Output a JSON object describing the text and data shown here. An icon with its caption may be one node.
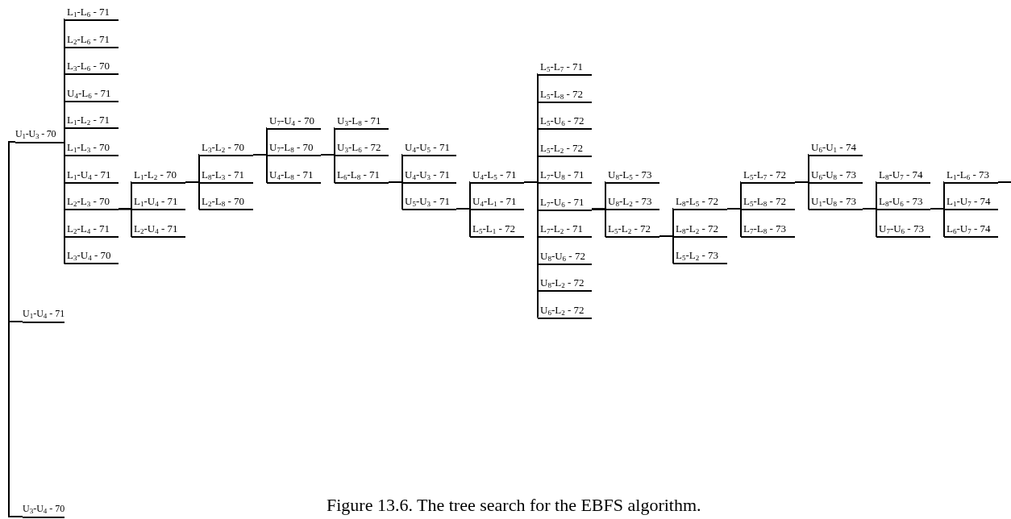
{
  "diagram": {
    "caption": "Figure 13.6. The tree search for the EBFS algorithm.",
    "nodes": [
      {
        "text": [
          "U$_{1}$-U$_{3}$ - 70"
        ]
      },
      {
        "text": [
          "L$_{1}$-L$_{6}$ - 71"
        ]
      },
      {
        "text": [
          "L$_{2}$-L$_{6}$ - 71"
        ]
      },
      {
        "text": [
          "L$_{3}$-L$_{6}$ - 70"
        ]
      },
      {
        "text": [
          "U$_{4}$-L$_{6}$ - 71"
        ]
      },
      {
        "text": [
          "L$_{1}$-L$_{2}$ - 71"
        ]
      },
      {
        "text": [
          "L$_{1}$-L$_{3}$ - 70"
        ]
      },
      {
        "text": [
          "L$_{1}$-U$_{4}$ - 71"
        ]
      },
      {
        "text": [
          "L$_{2}$-L$_{3}$ - 70"
        ]
      },
      {
        "text": [
          "L$_{2}$-L$_{4}$ - 71"
        ]
      },
      {
        "text": [
          "L$_{3}$-U$_{4}$ - 70"
        ]
      },
      {
        "text": [
          "U$_{1}$-U$_{4}$ - 71"
        ]
      },
      {
        "text": [
          "U$_{3}$-U$_{4}$ - 70"
        ]
      },
      {
        "text": [
          "L$_{1}$-L$_{2}$ - 70"
        ]
      },
      {
        "text": [
          "L$_{1}$-U$_{4}$ - 71"
        ]
      },
      {
        "text": [
          "L$_{2}$-U$_{4}$ - 71"
        ]
      },
      {
        "text": [
          "L$_{3}$-L$_{2}$ - 70"
        ]
      },
      {
        "text": [
          "L$_{8}$-L$_{3}$ - 71"
        ]
      },
      {
        "text": [
          "L$_{2}$-L$_{8}$ - 70"
        ]
      },
      {
        "text": [
          "U$_{7}$-U$_{4}$ - 70"
        ]
      },
      {
        "text": [
          "U$_{7}$-L$_{8}$ - 70"
        ]
      },
      {
        "text": [
          "U$_{4}$-L$_{8}$ - 71"
        ]
      },
      {
        "text": [
          "U$_{3}$-L$_{8}$ - 71"
        ]
      },
      {
        "text": [
          "U$_{3}$-L$_{6}$ - 72"
        ]
      },
      {
        "text": [
          "L$_{6}$-L$_{8}$ - 71"
        ]
      },
      {
        "text": [
          "U$_{4}$-U$_{5}$ - 71"
        ]
      },
      {
        "text": [
          "U$_{4}$-U$_{3}$ - 71"
        ]
      },
      {
        "text": [
          "U$_{5}$-U$_{3}$ - 71"
        ]
      },
      {
        "text": [
          "U$_{4}$-L$_{5}$ - 71"
        ]
      },
      {
        "text": [
          "U$_{4}$-L$_{1}$ - 71"
        ]
      },
      {
        "text": [
          "L$_{5}$-L$_{1}$ - 72"
        ]
      },
      {
        "text": [
          "L$_{5}$-L$_{7}$ - 71"
        ]
      },
      {
        "text": [
          "L$_{5}$-L$_{8}$ - 72"
        ]
      },
      {
        "text": [
          "L$_{5}$-U$_{6}$ - 72"
        ]
      },
      {
        "text": [
          "L$_{5}$-L$_{2}$ - 72"
        ]
      },
      {
        "text": [
          "L$_{7}$-U$_{8}$ - 71"
        ]
      },
      {
        "text": [
          "L$_{7}$-U$_{6}$ - 71"
        ]
      },
      {
        "text": [
          "L$_{7}$-L$_{2}$ - 71"
        ]
      },
      {
        "text": [
          "U$_{8}$-U$_{6}$ - 72"
        ]
      },
      {
        "text": [
          "U$_{8}$-L$_{2}$ - 72"
        ]
      },
      {
        "text": [
          "U$_{6}$-L$_{2}$ - 72"
        ]
      },
      {
        "text": [
          "U$_{8}$-L$_{5}$ - 73"
        ]
      },
      {
        "text": [
          "U$_{8}$-L$_{2}$ - 73"
        ]
      },
      {
        "text": [
          "L$_{5}$-L$_{2}$ - 72"
        ]
      },
      {
        "text": [
          "L$_{8}$-L$_{5}$ - 72"
        ]
      },
      {
        "text": [
          "L$_{8}$-L$_{2}$ - 72"
        ]
      },
      {
        "text": [
          "L$_{5}$-L$_{2}$ - 73"
        ]
      },
      {
        "text": [
          "L$_{5}$-L$_{7}$ - 72"
        ]
      },
      {
        "text": [
          "L$_{5}$-L$_{8}$ - 72"
        ]
      },
      {
        "text": [
          "L$_{7}$-L$_{8}$ - 73"
        ]
      },
      {
        "text": [
          "U$_{6}$-U$_{1}$ - 74"
        ]
      },
      {
        "text": [
          "U$_{6}$-U$_{8}$ - 73"
        ]
      },
      {
        "text": [
          "U$_{1}$-U$_{8}$ - 73"
        ]
      },
      {
        "text": [
          "L$_{8}$-U$_{7}$ - 74"
        ]
      },
      {
        "text": [
          "L$_{8}$-U$_{6}$ - 73"
        ]
      },
      {
        "text": [
          "U$_{7}$-U$_{6}$ - 73"
        ]
      },
      {
        "text": [
          "L$_{1}$-L$_{6}$ - 73"
        ]
      },
      {
        "text": [
          "L$_{1}$-U$_{7}$ - 74"
        ]
      },
      {
        "text": [
          "L$_{6}$-U$_{7}$ - 74"
        ]
      },
      {
        "text": [],
        "shape": "bar"
      }
    ],
    "edges": [
      {
        "from": 0,
        "to": 1,
        "arrow": "none"
      },
      {
        "from": 0,
        "to": 2,
        "arrow": "none"
      },
      {
        "from": 0,
        "to": 3,
        "arrow": "none"
      },
      {
        "from": 0,
        "to": 4,
        "arrow": "none"
      },
      {
        "from": 0,
        "to": 5,
        "arrow": "none"
      },
      {
        "from": 0,
        "to": 6,
        "arrow": "none"
      },
      {
        "from": 0,
        "to": 7,
        "arrow": "none"
      },
      {
        "from": 0,
        "to": 8,
        "arrow": "none"
      },
      {
        "from": 0,
        "to": 9,
        "arrow": "none"
      },
      {
        "from": 0,
        "to": 10,
        "arrow": "none"
      },
      {
        "from": 8,
        "to": 13,
        "arrow": "none"
      },
      {
        "from": 8,
        "to": 14,
        "arrow": "none"
      },
      {
        "from": 8,
        "to": 15,
        "arrow": "none"
      },
      {
        "from": 13,
        "to": 16,
        "arrow": "none"
      },
      {
        "from": 13,
        "to": 17,
        "arrow": "none"
      },
      {
        "from": 13,
        "to": 18,
        "arrow": "none"
      },
      {
        "from": 16,
        "to": 19,
        "arrow": "none"
      },
      {
        "from": 16,
        "to": 20,
        "arrow": "none"
      },
      {
        "from": 16,
        "to": 21,
        "arrow": "none"
      },
      {
        "from": 20,
        "to": 22,
        "arrow": "none"
      },
      {
        "from": 20,
        "to": 23,
        "arrow": "none"
      },
      {
        "from": 20,
        "to": 24,
        "arrow": "none"
      },
      {
        "from": 24,
        "to": 25,
        "arrow": "none"
      },
      {
        "from": 24,
        "to": 26,
        "arrow": "none"
      },
      {
        "from": 24,
        "to": 27,
        "arrow": "none"
      },
      {
        "from": 27,
        "to": 28,
        "arrow": "none"
      },
      {
        "from": 27,
        "to": 29,
        "arrow": "none"
      },
      {
        "from": 27,
        "to": 30,
        "arrow": "none"
      },
      {
        "from": 28,
        "to": 31,
        "arrow": "none"
      },
      {
        "from": 28,
        "to": 32,
        "arrow": "none"
      },
      {
        "from": 28,
        "to": 33,
        "arrow": "none"
      },
      {
        "from": 28,
        "to": 34,
        "arrow": "none"
      },
      {
        "from": 28,
        "to": 35,
        "arrow": "none"
      },
      {
        "from": 28,
        "to": 36,
        "arrow": "none"
      },
      {
        "from": 28,
        "to": 37,
        "arrow": "none"
      },
      {
        "from": 28,
        "to": 38,
        "arrow": "none"
      },
      {
        "from": 28,
        "to": 39,
        "arrow": "none"
      },
      {
        "from": 28,
        "to": 40,
        "arrow": "none"
      },
      {
        "from": 36,
        "to": 41,
        "arrow": "none"
      },
      {
        "from": 36,
        "to": 42,
        "arrow": "none"
      },
      {
        "from": 36,
        "to": 43,
        "arrow": "none"
      },
      {
        "from": 43,
        "to": 44,
        "arrow": "none"
      },
      {
        "from": 43,
        "to": 45,
        "arrow": "none"
      },
      {
        "from": 43,
        "to": 46,
        "arrow": "none"
      },
      {
        "from": 44,
        "to": 47,
        "arrow": "none"
      },
      {
        "from": 44,
        "to": 48,
        "arrow": "none"
      },
      {
        "from": 44,
        "to": 49,
        "arrow": "none"
      },
      {
        "from": 47,
        "to": 50,
        "arrow": "none"
      },
      {
        "from": 47,
        "to": 51,
        "arrow": "none"
      },
      {
        "from": 47,
        "to": 52,
        "arrow": "none"
      },
      {
        "from": 52,
        "to": 53,
        "arrow": "none"
      },
      {
        "from": 52,
        "to": 54,
        "arrow": "none"
      },
      {
        "from": 52,
        "to": 55,
        "arrow": "none"
      },
      {
        "from": 54,
        "to": 56,
        "arrow": "none"
      },
      {
        "from": 54,
        "to": 57,
        "arrow": "none"
      },
      {
        "from": 54,
        "to": 58,
        "arrow": "none"
      },
      {
        "from": 56,
        "to": null,
        "arrow": "none"
      },
      {
        "from": 59,
        "to": 0,
        "arrow": "none"
      },
      {
        "from": 59,
        "to": 11,
        "arrow": "none"
      },
      {
        "from": 59,
        "to": 12,
        "arrow": "none"
      }
    ]
  }
}
